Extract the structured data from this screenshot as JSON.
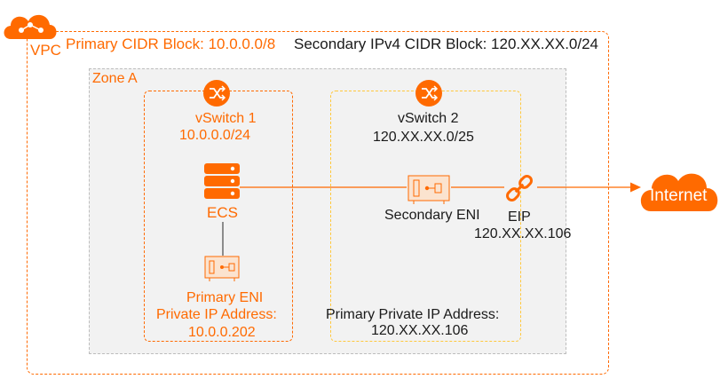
{
  "vpc": {
    "label": "VPC",
    "primary_cidr": "Primary CIDR Block: 10.0.0.0/8",
    "secondary_cidr": "Secondary IPv4 CIDR Block: 120.XX.XX.0/24"
  },
  "zone": {
    "label": "Zone A"
  },
  "vswitch1": {
    "name": "vSwitch 1",
    "cidr": "10.0.0.0/24"
  },
  "vswitch2": {
    "name": "vSwitch 2",
    "cidr": "120.XX.XX.0/25"
  },
  "ecs": {
    "label": "ECS"
  },
  "primary_eni": {
    "label": "Primary ENI",
    "ip_label": "Private IP Address:",
    "ip_value": "10.0.0.202"
  },
  "secondary_eni": {
    "label": "Secondary ENI",
    "ip_label": "Primary Private IP Address:",
    "ip_value": "120.XX.XX.106"
  },
  "eip": {
    "label": "EIP",
    "ip": "120.XX.XX.106"
  },
  "internet": {
    "label": "Internet"
  },
  "colors": {
    "accent": "#ff6a00",
    "vswitch2_border": "#ffc83d",
    "zone_fill": "#f2f2f2",
    "zone_border": "#bdbdbd"
  }
}
